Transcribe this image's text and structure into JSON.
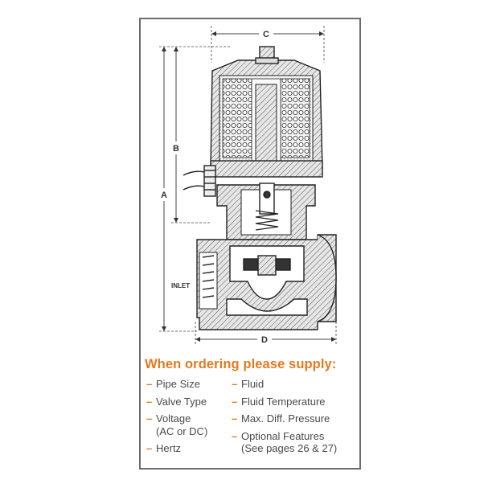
{
  "diagram": {
    "dimensions": {
      "c": "C",
      "b": "B",
      "a": "A",
      "d": "D"
    },
    "inlet_label": "INLET"
  },
  "ordering": {
    "heading": "When ordering please supply:",
    "left_items": [
      {
        "line1": "Pipe Size"
      },
      {
        "line1": "Valve Type"
      },
      {
        "line1": "Voltage",
        "line2": "(AC or DC)"
      },
      {
        "line1": "Hertz"
      }
    ],
    "right_items": [
      {
        "line1": "Fluid"
      },
      {
        "line1": "Fluid Temperature"
      },
      {
        "line1": "Max. Diff. Pressure"
      },
      {
        "line1": "Optional Features",
        "line2": "(See pages 26 & 27)"
      }
    ]
  },
  "colors": {
    "accent": "#e07a1f",
    "frame": "#6b6b6b",
    "text": "#4a4a4a"
  }
}
